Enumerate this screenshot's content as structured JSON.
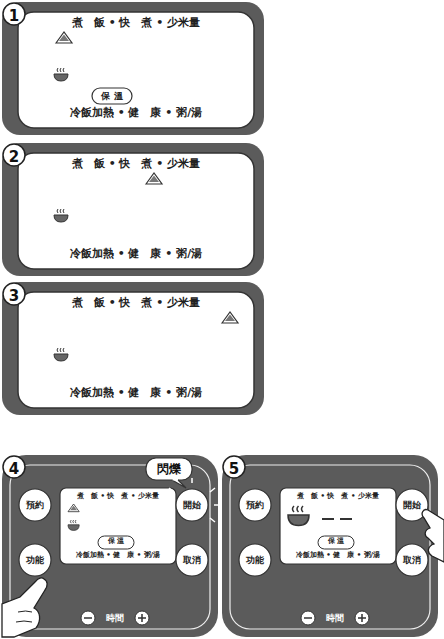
{
  "diagram": {
    "nodes": [
      {
        "text": [
          "1",
          "煮　飯 • 快　煮 • 少米量",
          "冷飯加熱 • 健　康 • 粥/湯"
        ]
      },
      {
        "text": [
          "保 溫"
        ],
        "in": 0
      },
      {
        "text": [
          "2",
          "煮　飯 • 快　煮 • 少米量",
          "冷飯加熱 • 健　康 • 粥/湯"
        ]
      },
      {
        "text": [
          "3",
          "煮　飯 • 快　煮 • 少米量",
          "冷飯加熱 • 健　康 • 粥/湯"
        ]
      },
      {
        "text": [
          "4"
        ]
      },
      {
        "text": [
          "煮　飯 • 快　煮 • 少米量",
          "冷飯加熱 • 健　康 • 粥/湯"
        ],
        "in": 4
      },
      {
        "text": [
          "保 溫"
        ],
        "in": 5
      },
      {
        "text": [
          "開始"
        ],
        "in": 4
      },
      {
        "text": [
          "預約"
        ],
        "in": 4
      },
      {
        "text": [
          "功能"
        ],
        "in": 4
      },
      {
        "text": [
          "取消"
        ],
        "in": 4
      },
      {
        "text": [
          "5"
        ]
      },
      {
        "text": [
          "煮　飯 • 快　煮 • 少米量",
          "冷飯加熱 • 健　康 • 粥/湯"
        ],
        "in": 11
      },
      {
        "text": [
          "保 溫"
        ],
        "in": 12
      },
      {
        "text": [
          "開始"
        ],
        "in": 11
      },
      {
        "text": [
          "預約"
        ],
        "in": 11
      },
      {
        "text": [
          "功能"
        ],
        "in": 11
      },
      {
        "text": [
          "取消"
        ],
        "in": 11
      }
    ],
    "labels": [
      "閃爍",
      "時間",
      "時間"
    ]
  }
}
